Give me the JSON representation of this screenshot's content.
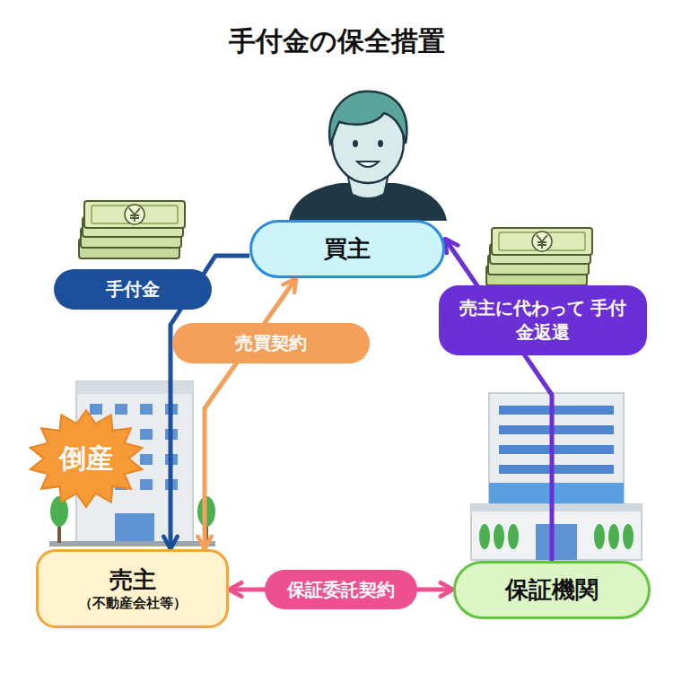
{
  "diagram": {
    "title": "手付金の保全措置",
    "nodes": [
      {
        "text": [
          "買主"
        ]
      },
      {
        "text": [
          "倒産"
        ]
      },
      {
        "text": [
          "売主",
          "（不動産会社等）"
        ]
      },
      {
        "text": [
          "保証機関"
        ]
      }
    ],
    "edges": [
      {
        "from": 0,
        "to": 2,
        "label": "手付金",
        "arrow": "to"
      },
      {
        "from": 0,
        "to": 2,
        "label": "売買契約",
        "arrow": "both"
      },
      {
        "from": 2,
        "to": 3,
        "label": "保証委託契約",
        "arrow": "both"
      },
      {
        "from": 3,
        "to": 0,
        "label": "売主に代わって 手付金返還",
        "arrow": "to"
      }
    ]
  }
}
